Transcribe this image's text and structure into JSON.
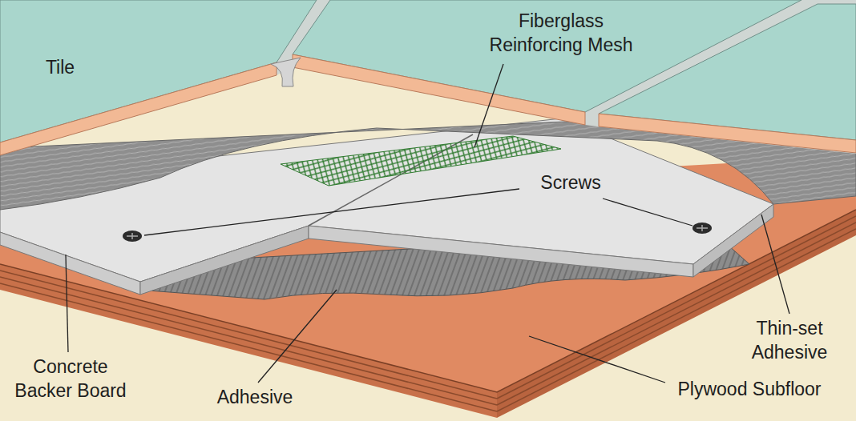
{
  "diagram": {
    "labels": [
      "Tile",
      "Fiberglass Reinforcing Mesh",
      "Screws",
      "Thin-set Adhesive",
      "Concrete Backer Board",
      "Adhesive",
      "Plywood Subfloor"
    ]
  }
}
